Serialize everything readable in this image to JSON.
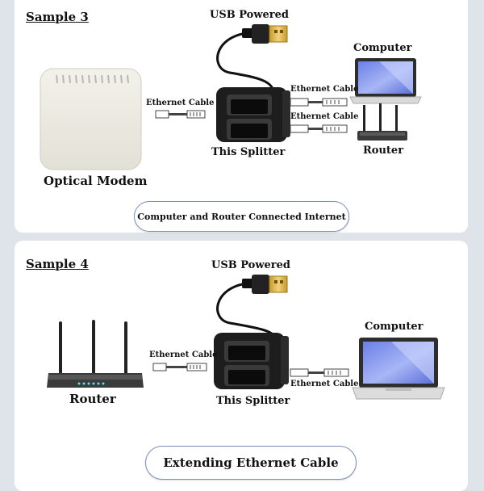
{
  "panel3": {
    "sample": "Sample 3",
    "usb": "USB Powered",
    "eth_left": "Ethernet Cable",
    "eth_top": "Ethernet Cable",
    "eth_bottom": "Ethernet Cable",
    "computer": "Computer",
    "router": "Router",
    "splitter": "This Splitter",
    "modem": "Optical Modem",
    "caption": "Computer and Router Connected Internet"
  },
  "panel4": {
    "sample": "Sample 4",
    "usb": "USB Powered",
    "eth_left": "Ethernet Cable",
    "eth_right": "Ethernet Cable",
    "computer": "Computer",
    "router": "Router",
    "splitter": "This Splitter",
    "caption": "Extending Ethernet Cable"
  }
}
